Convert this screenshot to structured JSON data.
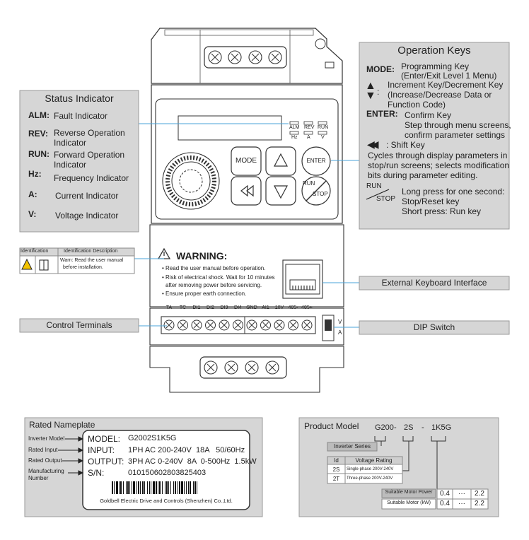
{
  "status": {
    "title": "Status Indicator",
    "items": [
      {
        "key": "ALM:",
        "desc": "Fault Indicator"
      },
      {
        "key": "REV:",
        "desc": "Reverse Operation\nIndicator"
      },
      {
        "key": "RUN:",
        "desc": "Forward Operation\nIndicator"
      },
      {
        "key": "Hz:",
        "desc": "Frequency Indicator"
      },
      {
        "key": "A:",
        "desc": "Current Indicator"
      },
      {
        "key": "V:",
        "desc": "Voltage Indicator"
      }
    ]
  },
  "operation": {
    "title": "Operation Keys",
    "mode_key": "MODE:",
    "mode_desc1": "Programming Key",
    "mode_desc2": "(Enter/Exit Level 1 Menu)",
    "inc_desc1": "Increment Key/Decrement Key",
    "inc_desc2": "(Increase/Decrease Data or",
    "inc_desc3": "Function Code)",
    "enter_key": "ENTER:",
    "enter_desc1": "Confirm Key",
    "enter_desc2": "Step through menu screens,",
    "enter_desc3": "confirm parameter settings",
    "shift_desc": ": Shift Key",
    "shift_l1": "Cycles through display parameters in",
    "shift_l2": "stop/run screens; selects modification",
    "shift_l3": "bits during parameter editing.",
    "runstop_run": "RUN",
    "runstop_stop": "STOP",
    "runstop_d1": "Long press for one second:",
    "runstop_d2": "Stop/Reset key",
    "runstop_d3": "Short press: Run key"
  },
  "identification": {
    "col1": "Identification",
    "col2": "Identification Description",
    "desc1": "Warn: Read the user manual",
    "desc2": "before installation."
  },
  "warning": {
    "title": "WARNING:",
    "l1": "• Read the user manual before operation.",
    "l2": "• Risk of electrical shock. Wait for 10 minutes",
    "l3": "after removing power before servicing.",
    "l4": "• Ensure proper earth connection."
  },
  "device": {
    "leds": [
      "ALM",
      "REV",
      "RUN",
      "Hz",
      "A",
      "V"
    ],
    "btn_mode": "MODE",
    "btn_enter": "ENTER",
    "btn_run": "RUN",
    "btn_stop": "STOP",
    "terminals": [
      "TA",
      "TC",
      "DI1",
      "DI2",
      "DI3",
      "DI4",
      "GND",
      "AI1",
      "10V",
      "485-",
      "485+"
    ],
    "dip_v": "V",
    "dip_a": "A"
  },
  "labels": {
    "keyboard": "External Keyboard Interface",
    "control": "Control Terminals",
    "dip": "DIP Switch"
  },
  "nameplate": {
    "title": "Rated Nameplate",
    "side1": "Inverter Model",
    "side2": "Rated Input",
    "side3": "Rated Output",
    "side4a": "Manufacturing",
    "side4b": "Number",
    "model_k": "MODEL:",
    "model_v": "G2002S1K5G",
    "input_k": "INPUT:",
    "input_v": "1PH AC 200-240V  18A   50/60Hz",
    "output_k": "OUTPUT:",
    "output_v": "3PH AC 0-240V  8A  0-500Hz  1.5kW",
    "sn_k": "S/N:",
    "sn_v": "010150602803825403",
    "maker": "Goldbell Electric Drive and Controls (Shenzhen) Co.,Ltd."
  },
  "product": {
    "title": "Product Model",
    "p1": "G200",
    "dash1": "-",
    "p2": "2S",
    "dash2": "-",
    "p3": "1K5G",
    "series": "Inverter Series",
    "th_id": "Id",
    "th_voltage": "Voltage Rating",
    "r1_id": "2S",
    "r1_v": "Single-phase 200V-240V",
    "r2_id": "2T",
    "r2_v": "Three-phase 200V-240V",
    "power_label": "Suitable Motor Power",
    "power_a": "0.4",
    "power_dots": "···",
    "power_b": "2.2",
    "kw_label": "Suitable Motor (kW)",
    "kw_a": "0.4",
    "kw_dots": "···",
    "kw_b": "2.2"
  }
}
